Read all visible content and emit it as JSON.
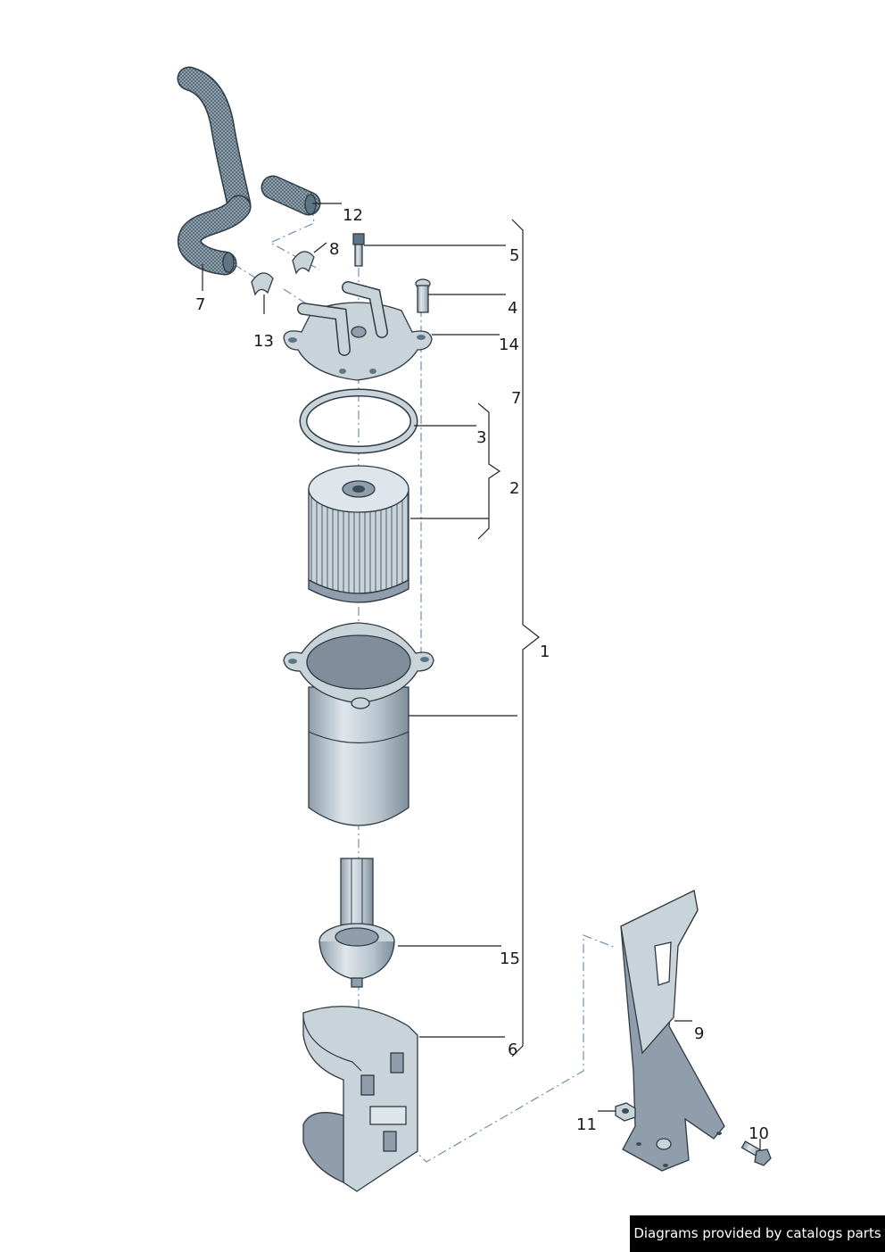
{
  "callouts": {
    "c1": "1",
    "c2": "2",
    "c3": "3",
    "c4": "4",
    "c5": "5",
    "c6": "6",
    "c7a": "7",
    "c7b": "7",
    "c8": "8",
    "c9": "9",
    "c10": "10",
    "c11": "11",
    "c12": "12",
    "c13": "13",
    "c14": "14",
    "c15": "15"
  },
  "watermark": "Diagrams provided by catalogs parts",
  "colors": {
    "part_fill": "#c9d3da",
    "part_dark": "#8f9eaa",
    "hose": "#5d7585",
    "dash_line": "#6d8fb4",
    "watermark_bg": "#000000"
  }
}
